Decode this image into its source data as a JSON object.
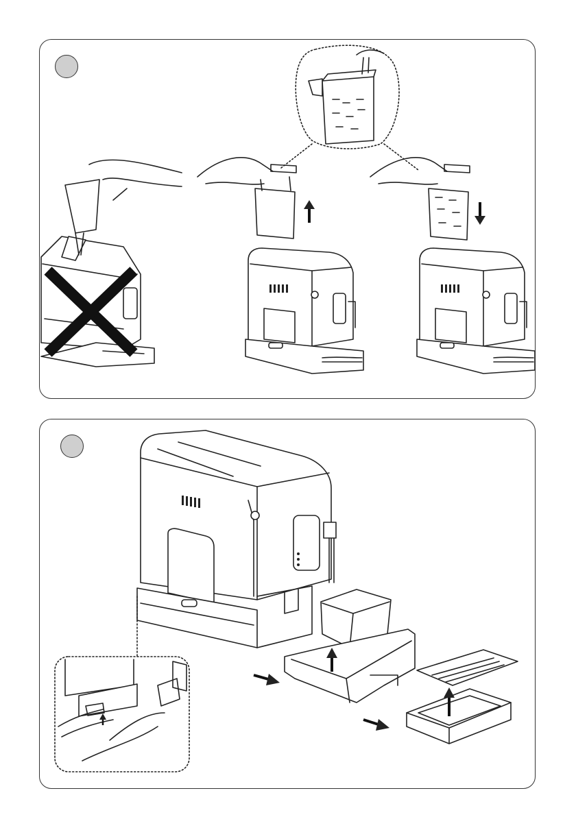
{
  "panels": [
    {
      "id": "panel-1",
      "step_label": ""
    },
    {
      "id": "panel-2",
      "step_label": ""
    }
  ],
  "panel1": {
    "illustrations": [
      "prohibited-pour-into-reservoir",
      "lift-water-tank",
      "fill-tank-at-tap",
      "insert-water-tank"
    ],
    "arrows": [
      "arrow-up",
      "arrow-down"
    ]
  },
  "panel2": {
    "illustrations": [
      "coffee-machine-3-4-view",
      "remove-grounds-container",
      "remove-drip-tray",
      "power-cable-detail"
    ],
    "arrows": [
      "arrow-right",
      "arrow-right",
      "arrow-up",
      "arrow-up",
      "arrow-up"
    ]
  },
  "colors": {
    "line": "#222222",
    "badge": "#cfcfcf",
    "background": "#ffffff"
  }
}
